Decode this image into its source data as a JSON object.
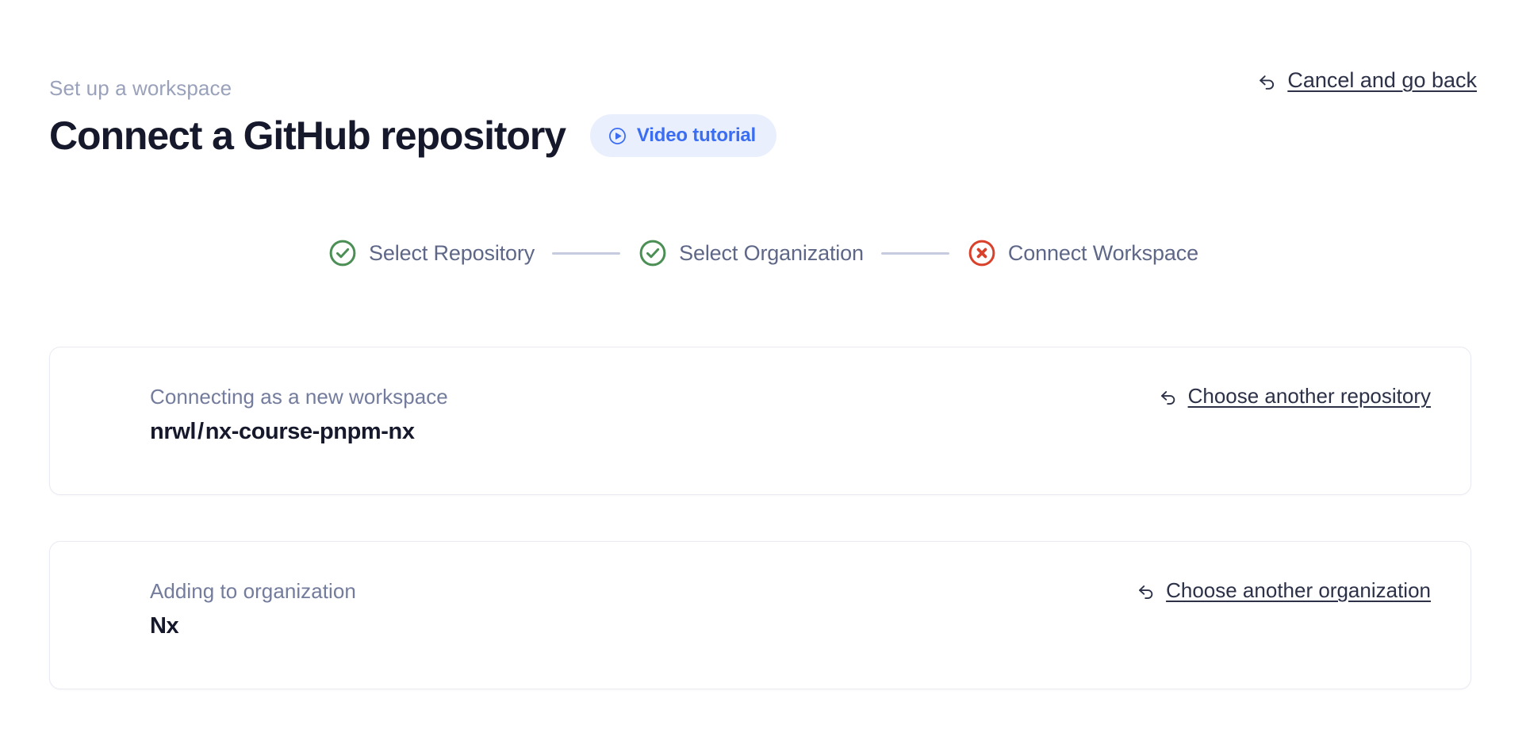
{
  "header": {
    "eyebrow": "Set up a workspace",
    "title": "Connect a GitHub repository",
    "video_tutorial_label": "Video tutorial",
    "video_tutorial_icon": "play-circle-icon",
    "cancel_label": "Cancel and go back",
    "cancel_icon": "undo-arrow-icon"
  },
  "colors": {
    "accent_blue": "#3b6df3",
    "pill_background": "#e9effd",
    "step_complete": "#4b8f54",
    "step_error": "#d9412b",
    "connector": "#c7cbdf",
    "heading": "#16182b",
    "muted": "#9aa2bb",
    "step_label": "#5e6787",
    "card_border": "#e9eaf2"
  },
  "stepper": {
    "steps": [
      {
        "label": "Select Repository",
        "state": "complete",
        "icon": "check-circle-icon"
      },
      {
        "label": "Select Organization",
        "state": "complete",
        "icon": "check-circle-icon"
      },
      {
        "label": "Connect Workspace",
        "state": "error",
        "icon": "x-circle-icon"
      }
    ]
  },
  "cards": {
    "repository": {
      "caption": "Connecting as a new workspace",
      "owner": "nrwl",
      "separator": "/",
      "name": "nx-course-pnpm-nx",
      "action_label": "Choose another repository",
      "action_icon": "undo-arrow-icon"
    },
    "organization": {
      "caption": "Adding to organization",
      "value": "Nx",
      "action_label": "Choose another organization",
      "action_icon": "undo-arrow-icon"
    }
  }
}
